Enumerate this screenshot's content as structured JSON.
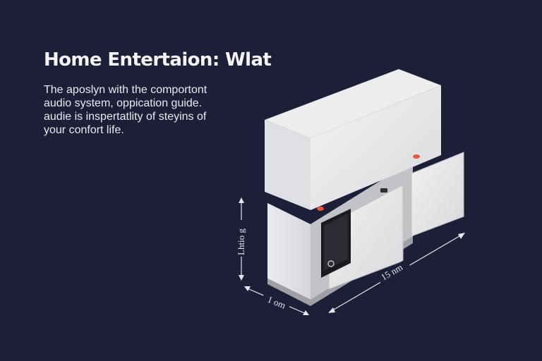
{
  "headline": "Home Entertaion: Wlat",
  "body_lines": [
    "The aposlyn with the comportont",
    "audio system, oppication guide.",
    "audie is inspertatlity of steyins of",
    "your confort life."
  ],
  "dimensions": {
    "height_label": "Lhtio g",
    "depth_label": "1 om",
    "width_label": "15 nm"
  },
  "colors": {
    "background": "#1d1f38",
    "cabinet": "#e4e5e8",
    "accent_led": "#e8553a"
  }
}
